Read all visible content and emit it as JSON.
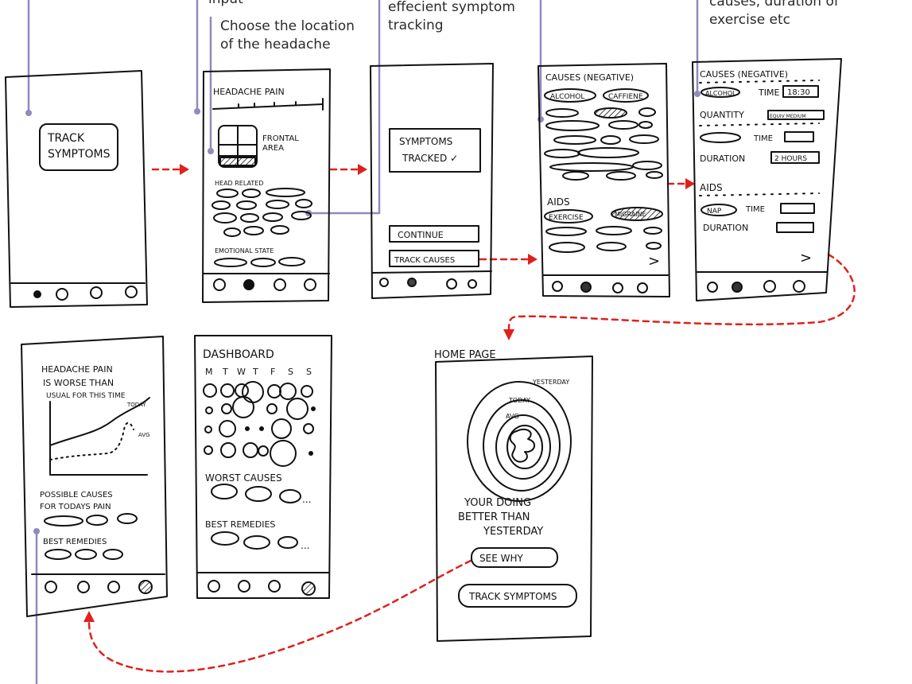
{
  "annotations": {
    "a1": "input",
    "a2_line1": "Choose the location",
    "a2_line2": "of the headache",
    "a3_line1": "effecient symptom",
    "a3_line2": "tracking",
    "a4_line1": "causes, duration of",
    "a4_line2": "exercise etc"
  },
  "screen1": {
    "button_line1": "TRACK",
    "button_line2": "SYMPTOMS"
  },
  "screen2": {
    "title": "HEADACHE PAIN",
    "area_line1": "FRONTAL",
    "area_line2": "AREA",
    "section1": "HEAD RELATED",
    "section2": "EMOTIONAL STATE"
  },
  "screen3": {
    "status_line1": "SYMPTOMS",
    "status_line2": "TRACKED ✓",
    "continue": "CONTINUE",
    "track_causes": "TRACK CAUSES"
  },
  "screen4": {
    "title": "CAUSES (NEGATIVE)",
    "chip1": "ALCOHOL",
    "chip2": "CAFFIENE",
    "aids": "AIDS",
    "chip3": "EXERCISE",
    "chip4": "MIGRAINE",
    "next": ">"
  },
  "screen5": {
    "title": "CAUSES (NEGATIVE)",
    "chip_alcohol": "ALCOHOL",
    "time_label": "TIME",
    "time_value": "18:30",
    "quantity": "QUANTITY",
    "quantity_value": "EQUIV MEDIUM",
    "time2": "TIME",
    "duration": "DURATION",
    "duration_value": "2 HOURS",
    "aids": "AIDS",
    "chip_nap": "NAP",
    "time3": "TIME",
    "duration2": "DURATION",
    "next": ">"
  },
  "screen6": {
    "title_line1": "HEADACHE PAIN",
    "title_line2": "IS WORSE THAN",
    "title_line3": "USUAL FOR THIS TIME",
    "today": "TODAY",
    "avg": "AVG",
    "causes_line1": "POSSIBLE CAUSES",
    "causes_line2": "FOR TODAYS PAIN",
    "remedies": "BEST REMEDIES"
  },
  "screen7": {
    "title": "DASHBOARD",
    "days": [
      "M",
      "T",
      "W",
      "T",
      "F",
      "S",
      "S"
    ],
    "worst": "WORST CAUSES",
    "best": "BEST REMEDIES",
    "ellipsis": "..."
  },
  "home": {
    "title": "HOME PAGE",
    "ring1": "YESTERDAY",
    "ring2": "TODAY",
    "ring3": "AVG",
    "message_line1": "YOUR DOING",
    "message_line2": "BETTER THAN",
    "message_line3": "YESTERDAY",
    "see_why": "SEE WHY",
    "track": "TRACK SYMPTOMS"
  },
  "colors": {
    "ink": "#111111",
    "arrow": "#e0201c",
    "leader": "#8f8bbd"
  }
}
